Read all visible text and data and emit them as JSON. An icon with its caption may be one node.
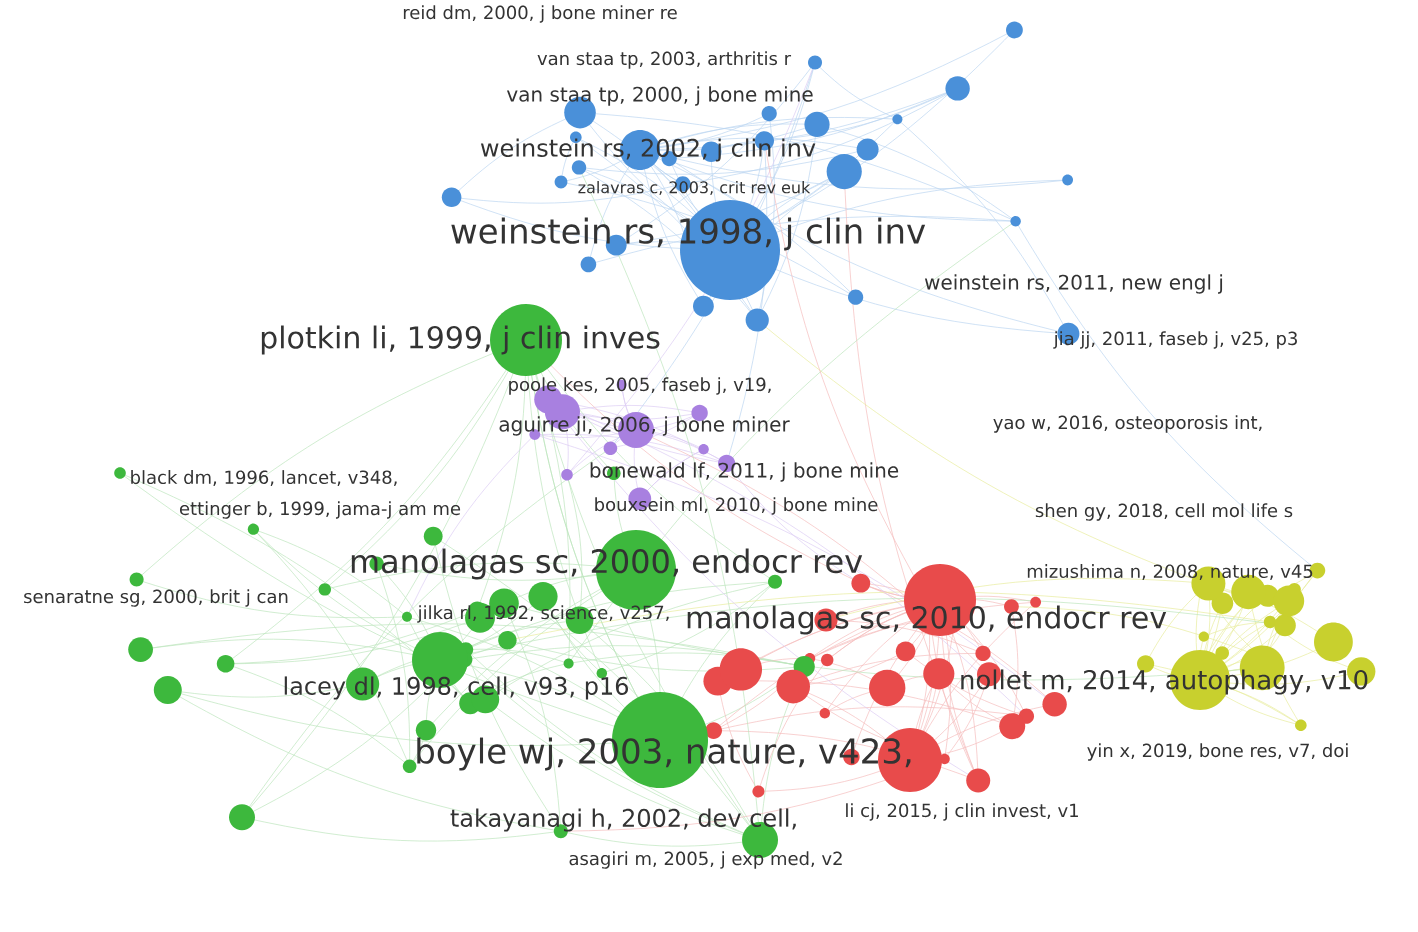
{
  "diagram": {
    "labels": [
      "reid dm, 2000, j bone miner re",
      "van staa tp, 2003, arthritis r",
      "van staa tp, 2000, j bone mine",
      "weinstein rs, 2002, j clin inv",
      "zalavras c, 2003, crit rev euk",
      "weinstein rs, 1998, j clin inv",
      "weinstein rs, 2011, new engl j",
      "plotkin li, 1999, j clin inves",
      "jia jj, 2011, faseb j, v25, p3",
      "poole kes, 2005, faseb j, v19,",
      "aguirre ji, 2006, j bone miner",
      "bonewald lf, 2011, j bone mine",
      "yao w, 2016, osteoporosis int,",
      "black dm, 1996, lancet, v348,",
      "ettinger b, 1999, jama-j am me",
      "bouxsein ml, 2010, j bone mine",
      "shen gy, 2018, cell mol life s",
      "manolagas sc, 2000, endocr rev",
      "senaratne sg, 2000, brit j can",
      "mizushima n, 2008, nature, v45",
      "jilka rl, 1992, science, v257,",
      "manolagas sc, 2010, endocr rev",
      "lacey dl, 1998, cell, v93, p16",
      "nollet m, 2014, autophagy, v10",
      "boyle wj, 2003, nature, v423,",
      "yin x, 2019, bone res, v7, doi",
      "takayanagi h, 2002, dev cell,",
      "li cj, 2015, j clin invest, v1",
      "asagiri m, 2005, j exp med, v2"
    ]
  }
}
